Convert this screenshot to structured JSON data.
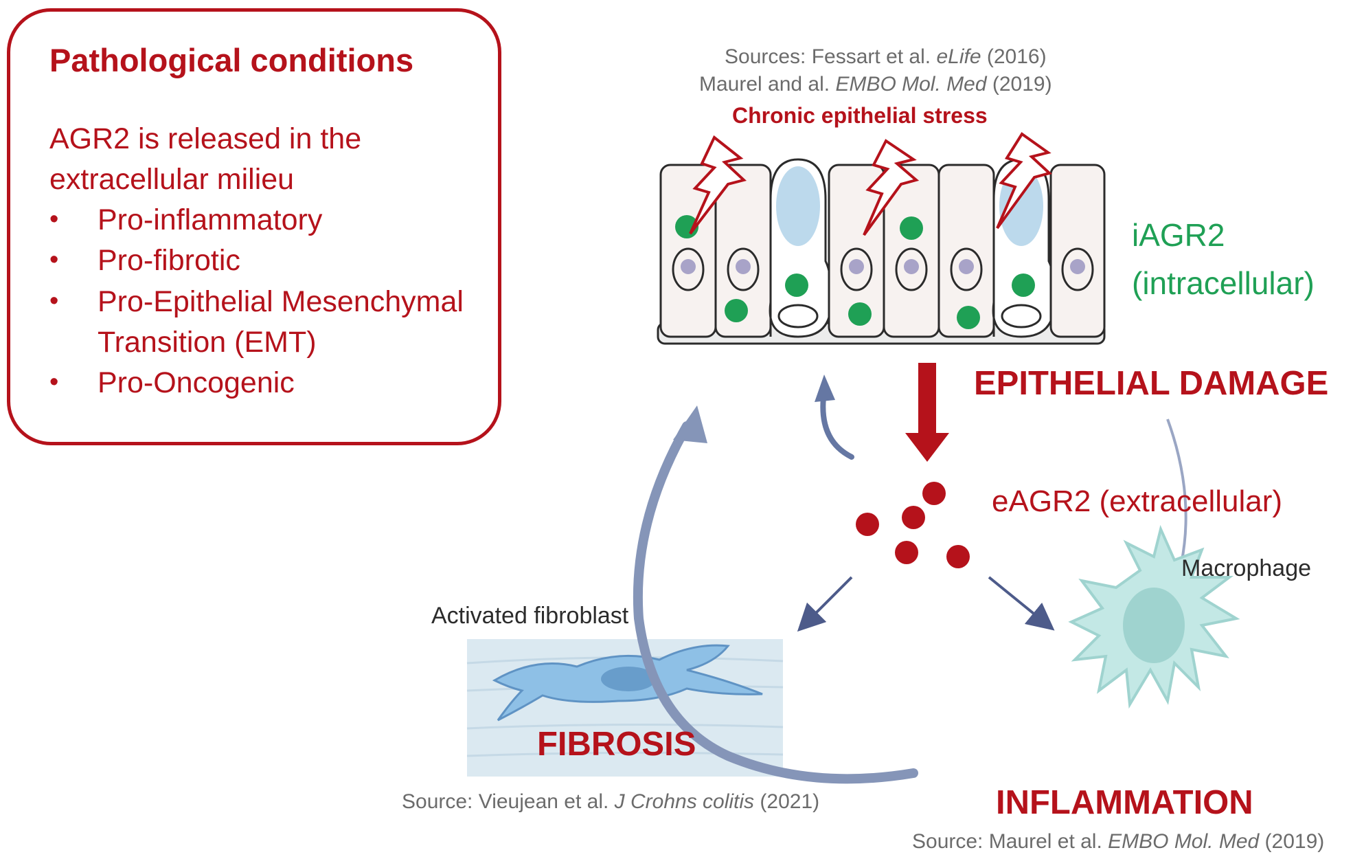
{
  "left_box": {
    "title": "Pathological conditions",
    "intro_line1": "AGR2 is released in the",
    "intro_line2": "extracellular milieu",
    "bullets": [
      {
        "text": "Pro-inflammatory"
      },
      {
        "text": "Pro-fibrotic"
      },
      {
        "text": "Pro-Epithelial Mesenchymal",
        "continuation": "Transition (EMT)"
      },
      {
        "text": "Pro-Oncogenic"
      }
    ],
    "bullet_symbol": "•"
  },
  "sources": {
    "top_line1_prefix": "Sources: Fessart et al. ",
    "top_line1_journal": "eLife",
    "top_line1_year": " (2016)",
    "top_line2_prefix": "Maurel and al. ",
    "top_line2_journal": "EMBO Mol. Med",
    "top_line2_year": " (2019)",
    "fibrosis_prefix": "Source: Vieujean et al. ",
    "fibrosis_journal": "J Crohns colitis",
    "fibrosis_year": " (2021)",
    "inflammation_prefix": "Source: Maurel et al. ",
    "inflammation_journal": "EMBO Mol. Med",
    "inflammation_year": " (2019)"
  },
  "labels": {
    "stress": "Chronic epithelial stress",
    "iagr2_line1": "iAGR2",
    "iagr2_line2": "(intracellular)",
    "epithelial_damage": "EPITHELIAL DAMAGE",
    "eagr2": "eAGR2 (extracellular)",
    "macrophage": "Macrophage",
    "activated_fibroblast": "Activated fibroblast",
    "fibrosis": "FIBROSIS",
    "inflammation": "INFLAMMATION"
  },
  "colors": {
    "accent_red": "#b5121b",
    "agr2_green": "#1fa055",
    "source_grey": "#6b6b6b",
    "cycle_arrow": "#7d8fb3",
    "fibroblast_blue": "#7fb6e0",
    "macrophage_teal": "#bfe6e4"
  }
}
